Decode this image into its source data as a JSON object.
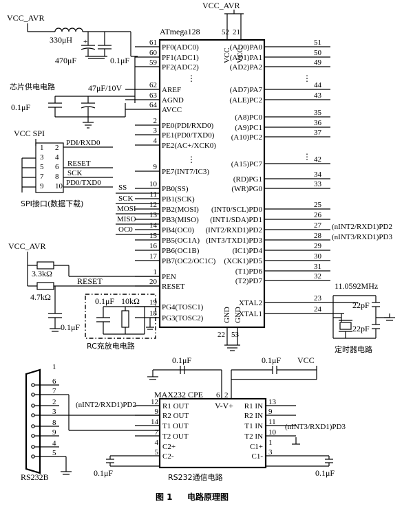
{
  "chip": {
    "name": "ATmega128",
    "left_pins": [
      {
        "num": "61",
        "label": "PF0(ADC0)"
      },
      {
        "num": "60",
        "label": "PF1(ADC1)"
      },
      {
        "num": "59",
        "label": "PF2(ADC2)"
      },
      {
        "num": "62",
        "label": "AREF"
      },
      {
        "num": "63",
        "label": "AGND"
      },
      {
        "num": "64",
        "label": "AVCC"
      },
      {
        "num": "2",
        "label": "PE0(PDI/RXD0)"
      },
      {
        "num": "3",
        "label": "PE1(PD0/TXD0)"
      },
      {
        "num": "4",
        "label": "PE2(AC+/XCK0)"
      },
      {
        "num": "9",
        "label": "PE7(INT7/IC3)"
      },
      {
        "num": "10",
        "label": "PB0(SS)"
      },
      {
        "num": "11",
        "label": "PB1(SCK)"
      },
      {
        "num": "12",
        "label": "PB2(MOSI)"
      },
      {
        "num": "13",
        "label": "PB3(MISO)"
      },
      {
        "num": "14",
        "label": "PB4(OC0)"
      },
      {
        "num": "15",
        "label": "PB5(OC1A)"
      },
      {
        "num": "16",
        "label": "PB6(OC1B)"
      },
      {
        "num": "17",
        "label": "PB7(OC2/OC1C)"
      },
      {
        "num": "1",
        "label": "PEN"
      },
      {
        "num": "20",
        "label": "RESET"
      },
      {
        "num": "19",
        "label": "PG4(TOSC1)"
      },
      {
        "num": "18",
        "label": "PG3(TOSC2)"
      }
    ],
    "right_pins": [
      {
        "num": "51",
        "label": "(AD0)PA0"
      },
      {
        "num": "50",
        "label": "(AD1)PA1"
      },
      {
        "num": "49",
        "label": "(AD2)PA2"
      },
      {
        "num": "44",
        "label": "(AD7)PA7"
      },
      {
        "num": "43",
        "label": "(ALE)PC2"
      },
      {
        "num": "35",
        "label": "(A8)PC0"
      },
      {
        "num": "36",
        "label": "(A9)PC1"
      },
      {
        "num": "37",
        "label": "(A10)PC2"
      },
      {
        "num": "42",
        "label": "(A15)PC7"
      },
      {
        "num": "34",
        "label": "(RD)PG1"
      },
      {
        "num": "33",
        "label": "(WR)PG0"
      },
      {
        "num": "25",
        "label": "(INT0/SCL)PD0"
      },
      {
        "num": "26",
        "label": "(INT1/SDA)PD1"
      },
      {
        "num": "27",
        "label": "(INT2/RXD1)PD2"
      },
      {
        "num": "28",
        "label": "(INT3/TXD1)PD3"
      },
      {
        "num": "29",
        "label": "(IC1)PD4"
      },
      {
        "num": "30",
        "label": "(XCK1)PD5"
      },
      {
        "num": "31",
        "label": "(T1)PD6"
      },
      {
        "num": "32",
        "label": "(T2)PD7"
      },
      {
        "num": "23",
        "label": "XTAL2"
      },
      {
        "num": "24",
        "label": "XTAL1"
      }
    ],
    "top_pins": [
      {
        "num": "52",
        "label": "VCC"
      },
      {
        "num": "21",
        "label": "VCC"
      }
    ],
    "bottom_pins": [
      {
        "num": "22",
        "label": "GND"
      },
      {
        "num": "53",
        "label": "GND"
      }
    ],
    "ellipsis": "⋮"
  },
  "net_labels": {
    "ext_pd2": "(nINT2/RXD1)PD2",
    "ext_pd3": "(nINT3/RXD1)PD3",
    "ss": "SS",
    "sck": "SCK",
    "mosi": "MOSI",
    "miso": "MISO",
    "oc0": "OC0",
    "reset": "RESET"
  },
  "power": {
    "vcc_avr": "VCC_AVR",
    "vcc_spi": "VCC SPI",
    "vcc": "VCC",
    "inductor": "330μH",
    "c_470": "470μF",
    "c_01": "0.1μF",
    "c_47": "47μF/10V",
    "chip_power_label": "芯片供电电路"
  },
  "spi": {
    "pins_left": [
      "1",
      "3",
      "5",
      "7",
      "9"
    ],
    "pins_right": [
      "2",
      "4",
      "6",
      "8",
      "10"
    ],
    "signals": [
      "PDI/RXD0",
      "RESET",
      "SCK",
      "PD0/TXD0"
    ],
    "label": "SPI接口(数据下载)"
  },
  "reset_circuit": {
    "vcc": "VCC_AVR",
    "r1": "3.3kΩ",
    "r2": "4.7kΩ",
    "cap": "0.1μF"
  },
  "rc_circuit": {
    "cap": "0.1μF",
    "res": "10kΩ",
    "label": "RC充放电电路"
  },
  "timer": {
    "freq": "11.0592MHz",
    "c1": "22pF",
    "c2": "22pF",
    "label": "定时器电路"
  },
  "max232": {
    "name": "MAX232 CPE",
    "vminus_vplus": "V-V+",
    "top_pin_6": "6",
    "top_pin_2": "2",
    "left_pins": [
      {
        "num": "12",
        "label": "R1 OUT"
      },
      {
        "num": "9",
        "label": "R2 OUT"
      },
      {
        "num": "14",
        "label": "T1 OUT"
      },
      {
        "num": "7",
        "label": "T2 OUT"
      },
      {
        "num": "4",
        "label": "C2+"
      },
      {
        "num": "5",
        "label": "C2-"
      }
    ],
    "right_pins": [
      {
        "num": "13",
        "label": "R1 IN"
      },
      {
        "num": "9",
        "label": "R2 IN"
      },
      {
        "num": "11",
        "label": "T1 IN"
      },
      {
        "num": "10",
        "label": "T2 IN"
      },
      {
        "num": "1",
        "label": "C1+"
      },
      {
        "num": "3",
        "label": "C1-"
      }
    ],
    "caps": [
      "0.1μF",
      "0.1μF",
      "0.1μF",
      "0.1μF"
    ],
    "vcc": "VCC",
    "label": "RS232通信电路"
  },
  "db9": {
    "pins": [
      "6",
      "7",
      "2",
      "3",
      "8",
      "9",
      "4",
      "5"
    ],
    "label": "RS232B",
    "pin1": "1"
  },
  "caption": {
    "fig": "图 1",
    "title": "电路原理图"
  }
}
